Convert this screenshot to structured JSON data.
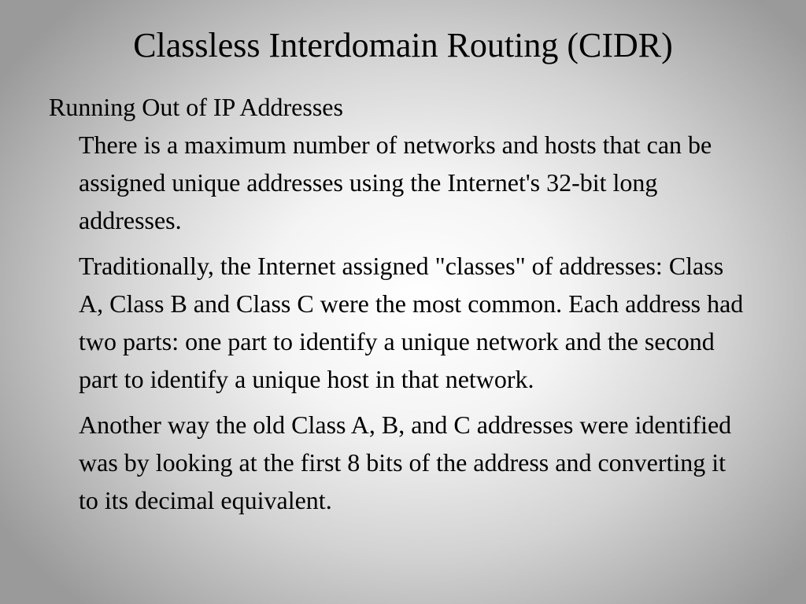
{
  "slide": {
    "title": "Classless Interdomain Routing (CIDR)",
    "heading": "Running Out of IP Addresses",
    "paragraphs": [
      "There is a maximum number of networks and hosts that can be assigned unique addresses using the Internet's 32-bit long addresses.",
      "Traditionally, the Internet assigned \"classes\" of addresses: Class A, Class B and Class C were the most common. Each address had two parts: one part to identify a unique network and the second part to identify a unique host in that network.",
      "Another way the old Class A, B, and C addresses were identified was by looking at the first 8 bits of the address and converting it to its decimal equivalent."
    ]
  }
}
